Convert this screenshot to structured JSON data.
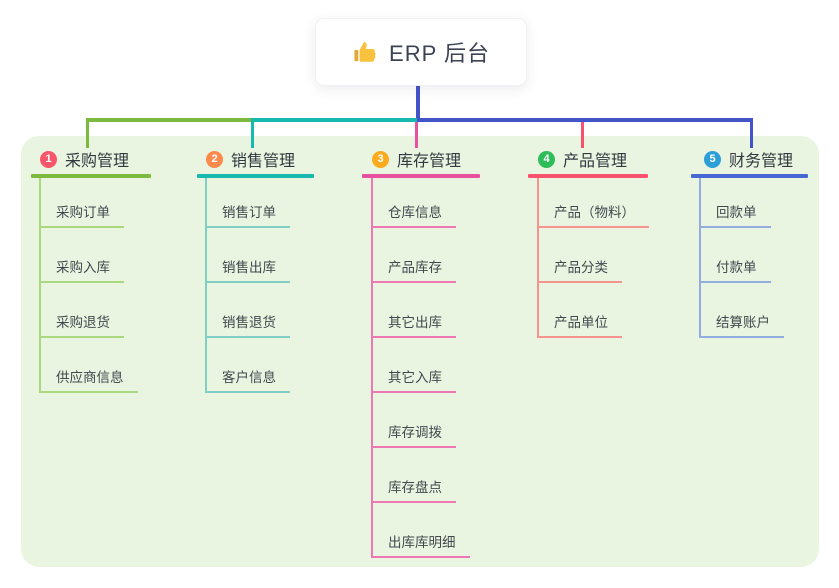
{
  "root": {
    "label": "ERP 后台",
    "icon": "thumbs-up"
  },
  "branches": [
    {
      "num": "1",
      "label": "采购管理",
      "children": [
        "采购订单",
        "采购入库",
        "采购退货",
        "供应商信息"
      ]
    },
    {
      "num": "2",
      "label": "销售管理",
      "children": [
        "销售订单",
        "销售出库",
        "销售退货",
        "客户信息"
      ]
    },
    {
      "num": "3",
      "label": "库存管理",
      "children": [
        "仓库信息",
        "产品库存",
        "其它出库",
        "其它入库",
        "库存调拨",
        "库存盘点",
        "出库库明细"
      ]
    },
    {
      "num": "4",
      "label": "产品管理",
      "children": [
        "产品（物料）",
        "产品分类",
        "产品单位"
      ]
    },
    {
      "num": "5",
      "label": "财务管理",
      "children": [
        "回款单",
        "付款单",
        "结算账户"
      ]
    }
  ],
  "colors": {
    "connector": "#4353c9",
    "panel_bg": "#e9f5e1",
    "thumb": "#f9c23c",
    "thumb_cuff": "#e2a93a",
    "b1_main": "#7db93f",
    "b1_light": "#abd77f",
    "b1_badge": "#f8566b",
    "b2_main": "#16b9ad",
    "b2_light": "#7fcfc5",
    "b2_badge": "#fc8a4d",
    "b3_main": "#e9509f",
    "b3_light": "#ee78b4",
    "b3_badge": "#fbab1d",
    "b4_main": "#f8516d",
    "b4_light": "#f5948f",
    "b4_badge": "#2ebd59",
    "b5_main": "#4668d4",
    "b5_light": "#93aede",
    "b5_badge": "#2d9fd8"
  }
}
